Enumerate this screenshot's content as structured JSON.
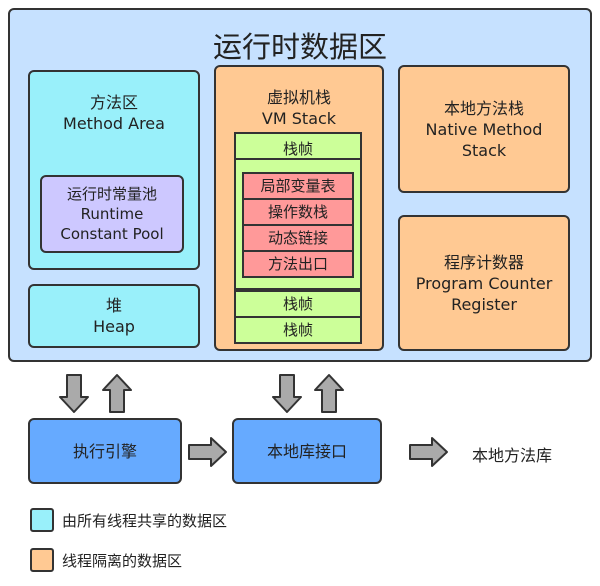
{
  "runtime_area": {
    "title": "运行时数据区"
  },
  "method_area": {
    "zh": "方法区",
    "en": "Method Area"
  },
  "constant_pool": {
    "zh": "运行时常量池",
    "en1": "Runtime",
    "en2": "Constant Pool"
  },
  "heap": {
    "zh": "堆",
    "en": "Heap"
  },
  "vm_stack": {
    "zh": "虚拟机栈",
    "en": "VM Stack",
    "frame_label": "栈帧",
    "frame_items": [
      "局部变量表",
      "操作数栈",
      "动态链接",
      "方法出口"
    ]
  },
  "native_stack": {
    "zh": "本地方法栈",
    "en1": "Native Method",
    "en2": "Stack"
  },
  "pc_register": {
    "zh": "程序计数器",
    "en1": "Program Counter",
    "en2": "Register"
  },
  "execution_engine": {
    "label": "执行引擎"
  },
  "native_interface": {
    "label": "本地库接口"
  },
  "native_library": {
    "label": "本地方法库"
  },
  "legend": [
    {
      "label": "由所有线程共享的数据区",
      "color": "#99f0fa"
    },
    {
      "label": "线程隔离的数据区",
      "color": "#ffc993"
    }
  ],
  "colors": {
    "runtime_bg": "#c6e1ff",
    "shared": "#99f0fa",
    "isolated": "#ffc993",
    "constant_pool": "#cdc8ff",
    "frame": "#ccff99",
    "frame_item": "#ff9999",
    "component": "#66aaff",
    "arrow_fill": "#aaaaaa"
  }
}
